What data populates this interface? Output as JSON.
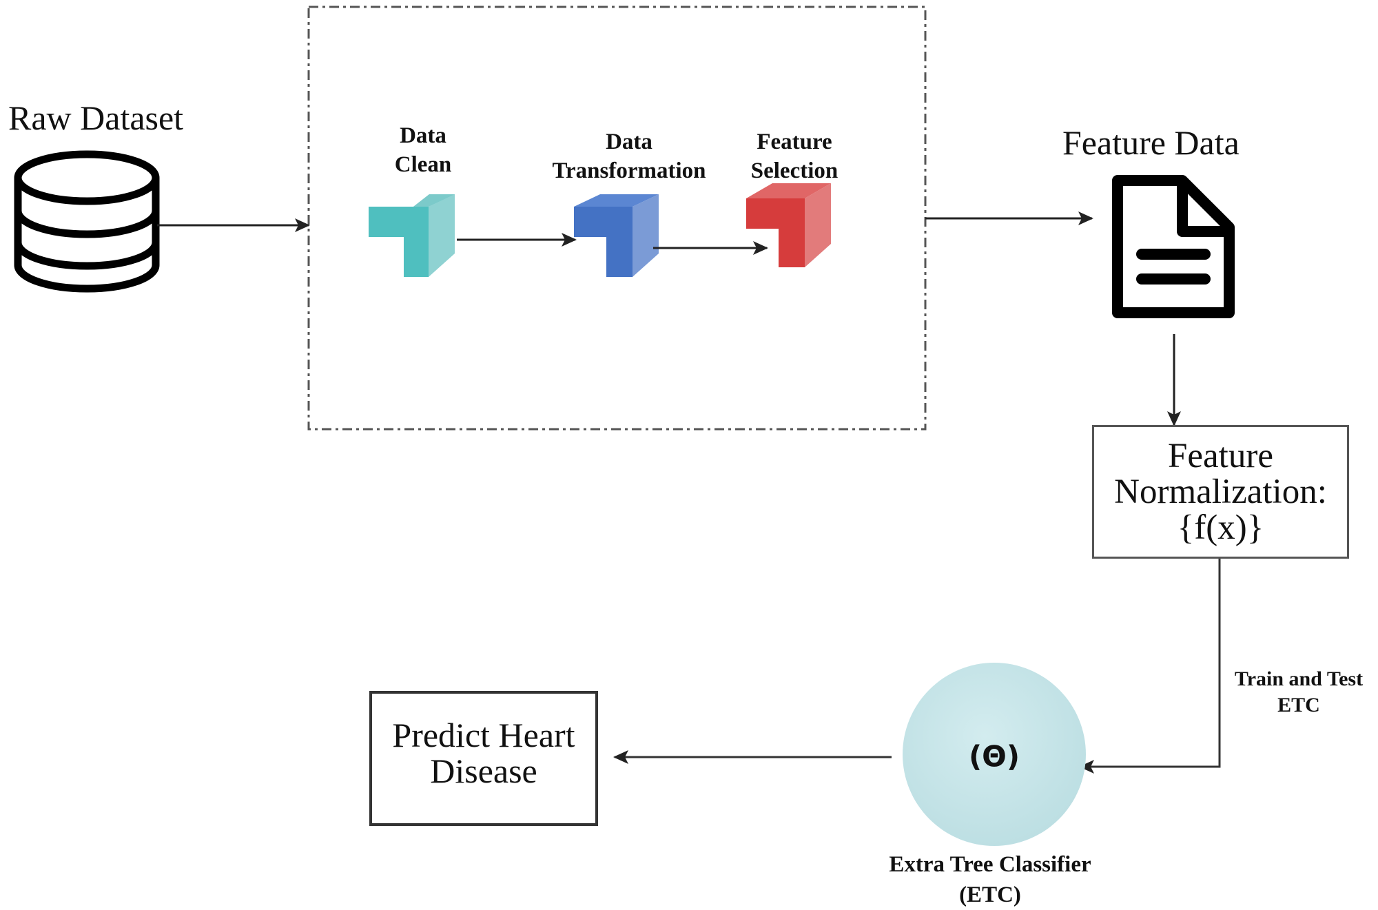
{
  "nodes": {
    "raw_dataset": {
      "label": "Raw Dataset",
      "icon": "database-icon"
    },
    "preprocessing": {
      "steps": [
        {
          "label_line1": "Data",
          "label_line2": "Clean",
          "color": "#4fbfbf",
          "icon": "tee-block-icon"
        },
        {
          "label_line1": "Data",
          "label_line2": "Transformation",
          "color": "#4472c4",
          "icon": "tee-block-icon"
        },
        {
          "label_line1": "Feature",
          "label_line2": "Selection",
          "color": "#d63c3c",
          "icon": "tee-block-icon"
        }
      ]
    },
    "feature_data": {
      "label": "Feature Data",
      "icon": "document-icon"
    },
    "feature_normalization": {
      "line1": "Feature",
      "line2": "Normalization:",
      "line3": "{f(x)}"
    },
    "classifier": {
      "symbol": "(Θ)",
      "label_line1": "Extra Tree Classifier",
      "label_line2": "(ETC)",
      "color": "#c9e5e8"
    },
    "prediction": {
      "line1": "Predict Heart",
      "line2": "Disease"
    }
  },
  "edges": {
    "train_test": {
      "line1": "Train and Test",
      "line2": "ETC"
    }
  }
}
